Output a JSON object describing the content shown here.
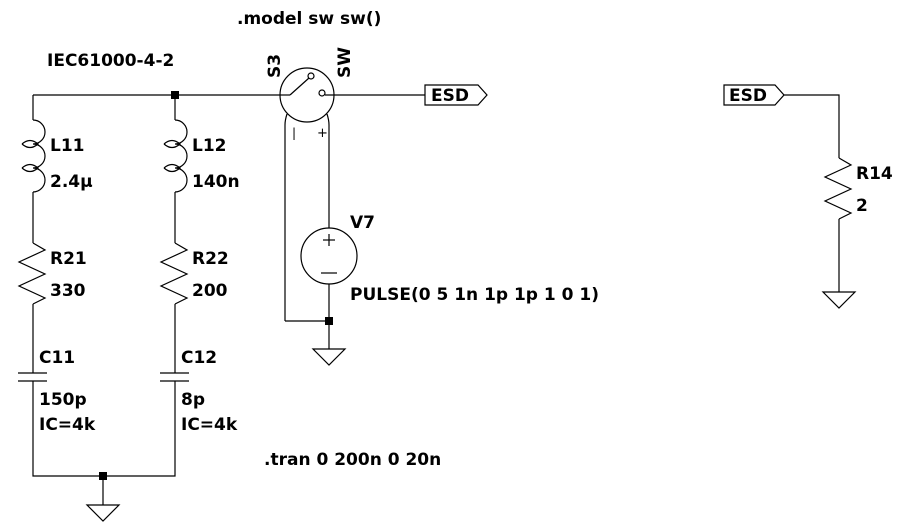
{
  "schematic": {
    "title_label": "IEC61000-4-2",
    "directives": {
      "model": ".model sw sw()",
      "tran": ".tran 0 200n 0 20n"
    },
    "components": {
      "L11": {
        "name": "L11",
        "value": "2.4µ"
      },
      "L12": {
        "name": "L12",
        "value": "140n"
      },
      "R21": {
        "name": "R21",
        "value": "330"
      },
      "R22": {
        "name": "R22",
        "value": "200"
      },
      "C11": {
        "name": "C11",
        "value": "150p",
        "ic": "IC=4k"
      },
      "C12": {
        "name": "C12",
        "value": "8p",
        "ic": "IC=4k"
      },
      "S3": {
        "name": "S3",
        "model": "SW",
        "ctrl_minus": "-",
        "ctrl_plus": "+"
      },
      "V7": {
        "name": "V7",
        "value": "PULSE(0 5 1n 1p 1p 1 0 1)"
      },
      "R14": {
        "name": "R14",
        "value": "2"
      }
    },
    "net_labels": {
      "esd_out": "ESD",
      "esd_in": "ESD"
    }
  }
}
